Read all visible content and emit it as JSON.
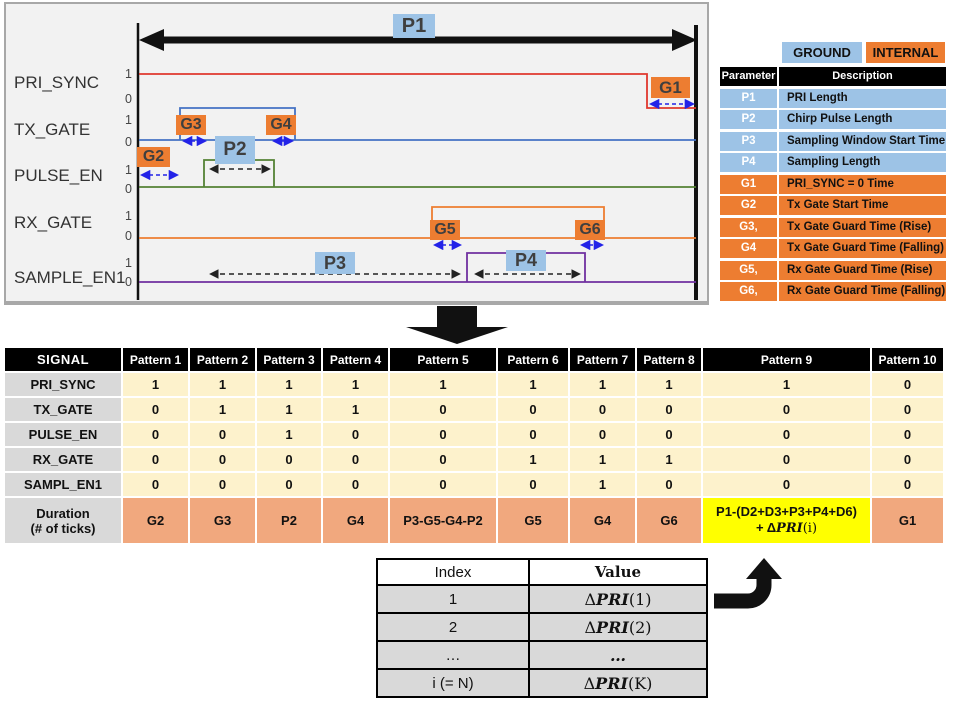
{
  "diagram": {
    "tick_high": "1",
    "tick_low": "0",
    "signals": [
      {
        "name": "PRI_SYNC"
      },
      {
        "name": "TX_GATE"
      },
      {
        "name": "PULSE_EN"
      },
      {
        "name": "RX_GATE"
      },
      {
        "name": "SAMPLE_EN1"
      }
    ],
    "labels": {
      "p1": "P1",
      "p2": "P2",
      "p3": "P3",
      "p4": "P4",
      "g1": "G1",
      "g2": "G2",
      "g3": "G3",
      "g4": "G4",
      "g5": "G5",
      "g6": "G6"
    }
  },
  "legend": {
    "ground_label": "GROUND",
    "internal_label": "INTERNAL",
    "header": {
      "parameter": "Parameter",
      "description": "Description"
    },
    "rows": [
      {
        "param": "P1",
        "desc": "PRI Length",
        "type": "ground"
      },
      {
        "param": "P2",
        "desc": "Chirp Pulse Length",
        "type": "ground"
      },
      {
        "param": "P3",
        "desc": "Sampling Window Start Time",
        "type": "ground"
      },
      {
        "param": "P4",
        "desc": "Sampling Length",
        "type": "ground"
      },
      {
        "param": "G1",
        "desc": "PRI_SYNC = 0 Time",
        "type": "internal"
      },
      {
        "param": "G2",
        "desc": "Tx Gate Start Time",
        "type": "internal"
      },
      {
        "param": "G3,",
        "desc": "Tx Gate Guard Time (Rise)",
        "type": "internal"
      },
      {
        "param": "G4",
        "desc": "Tx Gate Guard Time (Falling)",
        "type": "internal"
      },
      {
        "param": "G5,",
        "desc": "Rx Gate Guard Time (Rise)",
        "type": "internal"
      },
      {
        "param": "G6,",
        "desc": "Rx Gate Guard Time (Falling)",
        "type": "internal"
      }
    ]
  },
  "signal_table": {
    "headers": [
      "SIGNAL",
      "Pattern 1",
      "Pattern 2",
      "Pattern 3",
      "Pattern 4",
      "Pattern 5",
      "Pattern 6",
      "Pattern 7",
      "Pattern 8",
      "Pattern 9",
      "Pattern 10"
    ],
    "rows": [
      {
        "label": "PRI_SYNC",
        "values": [
          "1",
          "1",
          "1",
          "1",
          "1",
          "1",
          "1",
          "1",
          "1",
          "0"
        ]
      },
      {
        "label": "TX_GATE",
        "values": [
          "0",
          "1",
          "1",
          "1",
          "0",
          "0",
          "0",
          "0",
          "0",
          "0"
        ]
      },
      {
        "label": "PULSE_EN",
        "values": [
          "0",
          "0",
          "1",
          "0",
          "0",
          "0",
          "0",
          "0",
          "0",
          "0"
        ]
      },
      {
        "label": "RX_GATE",
        "values": [
          "0",
          "0",
          "0",
          "0",
          "0",
          "1",
          "1",
          "1",
          "0",
          "0"
        ]
      },
      {
        "label": "SAMPL_EN1",
        "values": [
          "0",
          "0",
          "0",
          "0",
          "0",
          "0",
          "1",
          "0",
          "0",
          "0"
        ]
      }
    ],
    "duration_row": {
      "label_line1": "Duration",
      "label_line2": "(# of ticks)",
      "values": [
        "G2",
        "G3",
        "P2",
        "G4",
        "P3-G5-G4-P2",
        "G5",
        "G4",
        "G6",
        "",
        "G1"
      ],
      "pattern9": {
        "line1": "P1-(D2+D3+P3+P4+D6)",
        "prefix": "+ Δ",
        "pri": "PRI",
        "suffix": "(i)"
      }
    }
  },
  "pri_table": {
    "headers": {
      "index": "Index",
      "value": "Value"
    },
    "rows": [
      {
        "index": "1",
        "prefix": "Δ",
        "pri": "PRI",
        "suffix": "(1)"
      },
      {
        "index": "2",
        "prefix": "Δ",
        "pri": "PRI",
        "suffix": "(2)"
      },
      {
        "index": "…",
        "prefix": "",
        "pri": "…",
        "suffix": ""
      },
      {
        "index": "i (= N)",
        "prefix": "Δ",
        "pri": "PRI",
        "suffix": "(K)"
      }
    ]
  },
  "colors": {
    "label_blue": "#9dc3e6",
    "label_orange": "#ed7d31",
    "cell_cream": "#fdf2cc",
    "cell_duration": "#f1a87e",
    "cell_gray": "#d9d9d9",
    "highlight_yellow": "#ffff00",
    "line_pri_sync": "#e0382e",
    "line_tx_gate": "#4472c4",
    "line_pulse_en": "#548235",
    "line_rx_gate": "#ed7d31",
    "line_sample_en1": "#7030a0",
    "guard_arrow_blue": "#2323e8"
  }
}
